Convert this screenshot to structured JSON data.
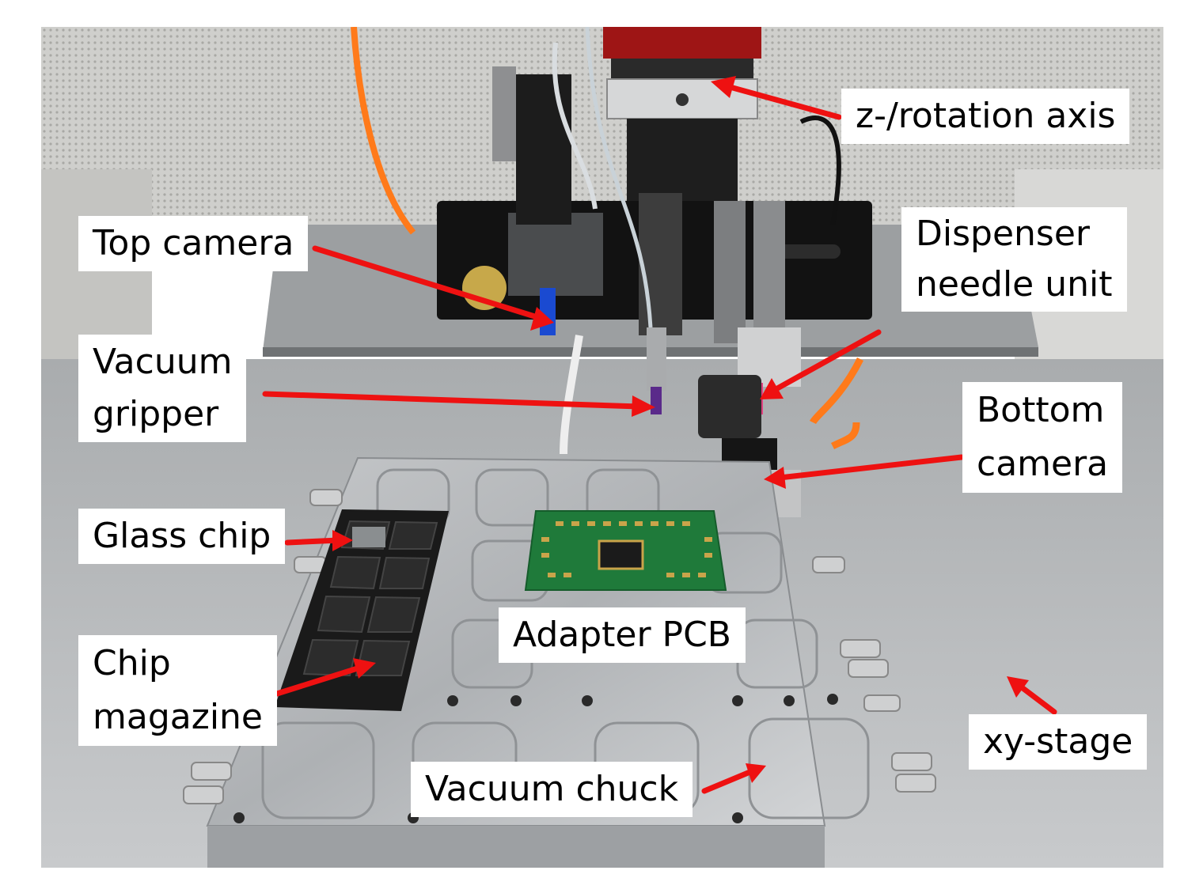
{
  "labels": {
    "z_axis": "z-/rotation axis",
    "top_camera": "Top camera",
    "dispenser_line1": "Dispenser",
    "dispenser_line2": "needle unit",
    "vacuum_gripper_line1": "Vacuum",
    "vacuum_gripper_line2": "gripper",
    "bottom_camera_line1": "Bottom",
    "bottom_camera_line2": "camera",
    "glass_chip": "Glass chip",
    "adapter_pcb": "Adapter PCB",
    "chip_magazine_line1": "Chip",
    "chip_magazine_line2": "magazine",
    "xy_stage": "xy-stage",
    "vacuum_chuck": "Vacuum chuck"
  },
  "colors": {
    "arrow": "#ee1111",
    "label_bg": "#ffffff",
    "aluminum": "#b9babc",
    "pcb_green": "#1f7a3a",
    "magazine_black": "#1a1a1a",
    "motor_red": "#b01818",
    "cable_orange": "#ff7a1a"
  }
}
